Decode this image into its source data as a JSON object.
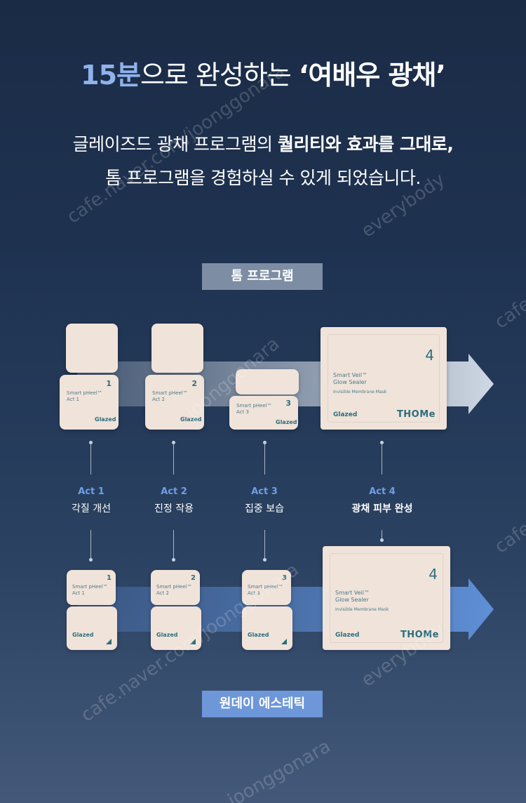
{
  "headline": {
    "prefix": "15분",
    "middle": "으로 완성하는 ",
    "quote": "‘여배우 광채’"
  },
  "subtitle": {
    "line1_a": "글레이즈드 광채 프로그램의 ",
    "line1_b": "퀄리티와 효과를 그대로,",
    "line2": "톰 프로그램을 경험하실 수 있게 되었습니다."
  },
  "top_label": "톰 프로그램",
  "bottom_label": "원데이 에스테틱",
  "top_products": [
    {
      "num": "1",
      "line1": "Smart pHeel™",
      "line2": "Act 1",
      "brand": "Glazed"
    },
    {
      "num": "2",
      "line1": "Smart pHeel™",
      "line2": "Act 2",
      "brand": "Glazed"
    },
    {
      "num": "3",
      "line1": "Smart pHeel™",
      "line2": "Act 3",
      "brand": "Glazed"
    }
  ],
  "bottom_products": [
    {
      "num": "1",
      "line1": "Smart pHeel™",
      "line2": "Act 1",
      "brand": "Glazed"
    },
    {
      "num": "2",
      "line1": "Smart pHeel™",
      "line2": "Act 2",
      "brand": "Glazed"
    },
    {
      "num": "3",
      "line1": "Smart pHeel™",
      "line2": "Act 3",
      "brand": "Glazed"
    }
  ],
  "pouch": {
    "num": "4",
    "line1": "Smart Veil™",
    "line2": "Glow Sealer",
    "line3": "Invisible Membrane Mask",
    "brand": "Glazed",
    "maker": "THOMe"
  },
  "acts": [
    {
      "act": "Act 1",
      "desc": "각질 개선"
    },
    {
      "act": "Act 2",
      "desc": "진정 작용"
    },
    {
      "act": "Act 3",
      "desc": "집중 보습"
    },
    {
      "act": "Act 4",
      "desc": "광채 피부 완성"
    }
  ],
  "watermarks": [
    "cafe.naver.com/joonggonara",
    "joonggonara",
    "everybody",
    "cafe"
  ],
  "colors": {
    "background_top": "#1a2b45",
    "accent_blue": "#6e9fe5",
    "headline_blue": "#8fb2ec",
    "teal": "#2b6e7f",
    "product": "#f0e3da"
  }
}
